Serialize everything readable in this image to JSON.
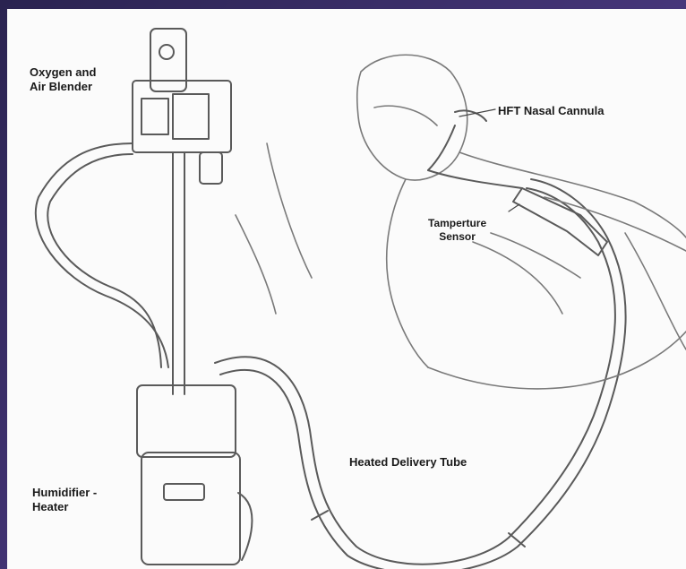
{
  "labels": {
    "blender_line1": "Oxygen and",
    "blender_line2": "Air Blender",
    "cannula": "HFT Nasal Cannula",
    "sensor_line1": "Tamperture",
    "sensor_line2": "Sensor",
    "tube": "Heated Delivery Tube",
    "humidifier_line1": "Humidifier -",
    "humidifier_line2": "Heater"
  },
  "colors": {
    "frame": "#3a2f63",
    "background": "#fbfbfb",
    "line": "#555555"
  }
}
